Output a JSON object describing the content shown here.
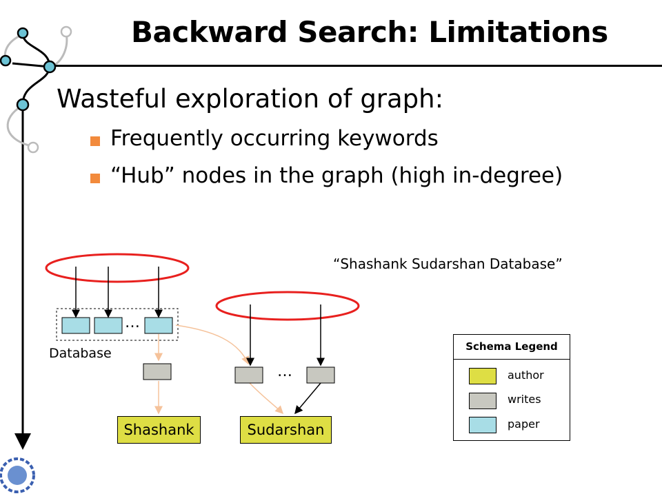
{
  "title": "Backward Search: Limitations",
  "heading": "Wasteful exploration of graph:",
  "bullets": [
    "Frequently occurring keywords",
    "“Hub” nodes in the graph (high in-degree)"
  ],
  "query": "“Shashank Sudarshan Database”",
  "diagram": {
    "database_label": "Database",
    "ellipsis": "…",
    "shashank": "Shashank",
    "sudarshan": "Sudarshan"
  },
  "legend": {
    "title": "Schema Legend",
    "items": [
      {
        "label": "author",
        "color": "#dede44"
      },
      {
        "label": "writes",
        "color": "#c8c8c0"
      },
      {
        "label": "paper",
        "color": "#a8dde6"
      }
    ]
  },
  "colors": {
    "bullet": "#f28a3c",
    "ellipse": "#e8201e",
    "light_arrow": "#f5c29a",
    "logo_node": "#6cc3d5"
  }
}
